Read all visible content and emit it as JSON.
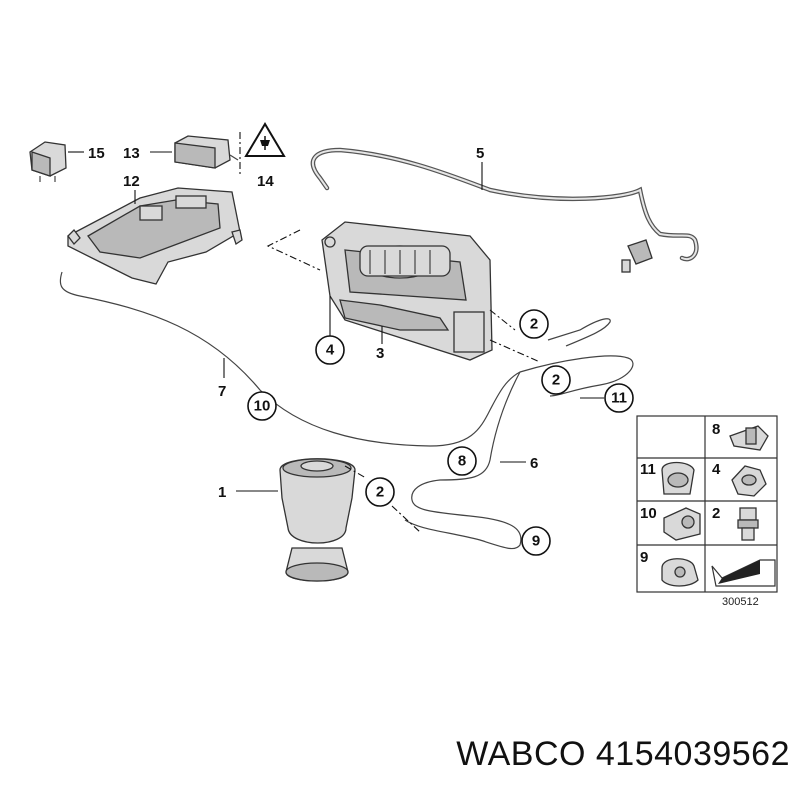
{
  "labels": {
    "p1": "1",
    "p2a": "2",
    "p2b": "2",
    "p2c": "2",
    "p3": "3",
    "p4": "4",
    "p5": "5",
    "p6": "6",
    "p7": "7",
    "p8": "8",
    "p9": "9",
    "p10": "10",
    "p11": "11",
    "p12": "12",
    "p13": "13",
    "p14": "14",
    "p15": "15"
  },
  "legend": {
    "r1c1": "8",
    "r2c1": "11",
    "r2c2": "4",
    "r3c1": "10",
    "r3c2": "2",
    "r4c1": "9"
  },
  "reference": "300512",
  "footer": "WABCO 4154039562"
}
